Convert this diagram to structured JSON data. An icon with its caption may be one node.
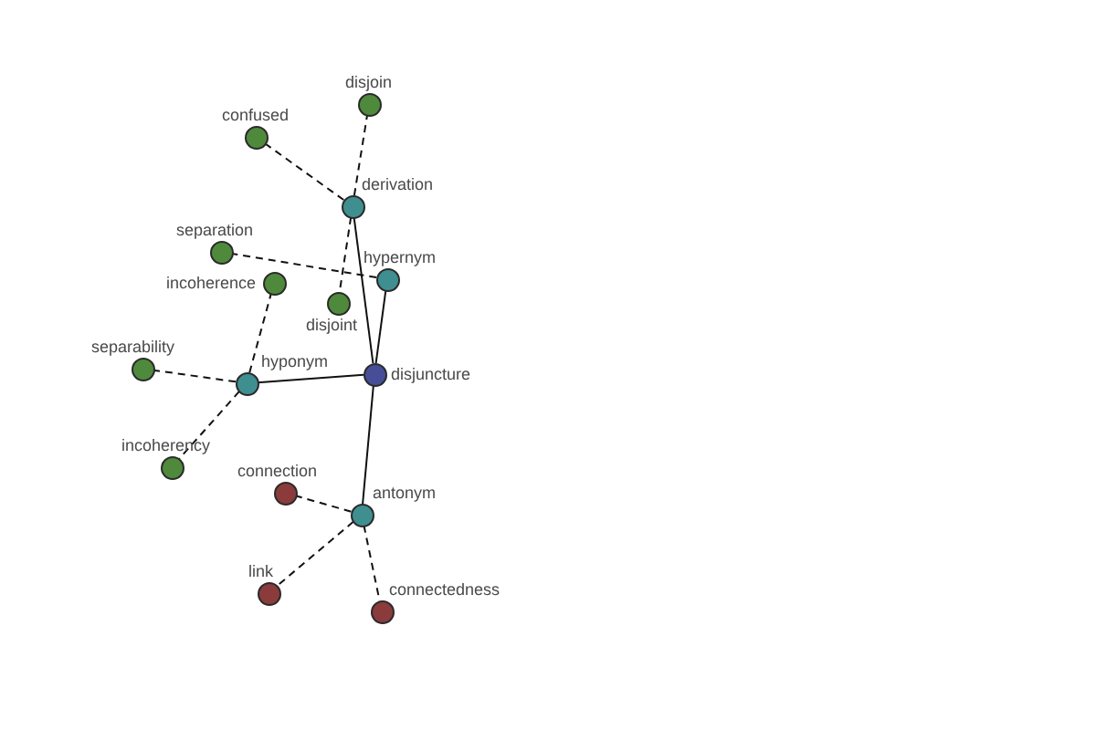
{
  "diagram": {
    "nodes": [
      {
        "text": [
          "disjoin"
        ]
      },
      {
        "text": [
          "confused"
        ]
      },
      {
        "text": [
          "derivation"
        ]
      },
      {
        "text": [
          "separation"
        ]
      },
      {
        "text": [
          "hypernym"
        ]
      },
      {
        "text": [
          "incoherence"
        ]
      },
      {
        "text": [
          "disjoint"
        ]
      },
      {
        "text": [
          "separability"
        ]
      },
      {
        "text": [
          "disjuncture"
        ]
      },
      {
        "text": [
          "hyponym"
        ]
      },
      {
        "text": [
          "incoherency"
        ]
      },
      {
        "text": [
          "connection"
        ]
      },
      {
        "text": [
          "antonym"
        ]
      },
      {
        "text": [
          "link"
        ]
      },
      {
        "text": [
          "connectedness"
        ]
      }
    ],
    "edges": [
      {
        "from": 8,
        "to": 2,
        "arrow": "none"
      },
      {
        "from": 8,
        "to": 4,
        "arrow": "none"
      },
      {
        "from": 8,
        "to": 9,
        "arrow": "none"
      },
      {
        "from": 8,
        "to": 12,
        "arrow": "none"
      },
      {
        "from": 2,
        "to": 0,
        "arrow": "none",
        "style": "dashed"
      },
      {
        "from": 2,
        "to": 1,
        "arrow": "none",
        "style": "dashed"
      },
      {
        "from": 2,
        "to": 6,
        "arrow": "none",
        "style": "dashed"
      },
      {
        "from": 4,
        "to": 3,
        "arrow": "none",
        "style": "dashed"
      },
      {
        "from": 9,
        "to": 5,
        "arrow": "none",
        "style": "dashed"
      },
      {
        "from": 9,
        "to": 7,
        "arrow": "none",
        "style": "dashed"
      },
      {
        "from": 9,
        "to": 10,
        "arrow": "none",
        "style": "dashed"
      },
      {
        "from": 12,
        "to": 11,
        "arrow": "none",
        "style": "dashed"
      },
      {
        "from": 12,
        "to": 13,
        "arrow": "none",
        "style": "dashed"
      },
      {
        "from": 12,
        "to": 14,
        "arrow": "none",
        "style": "dashed"
      }
    ]
  }
}
